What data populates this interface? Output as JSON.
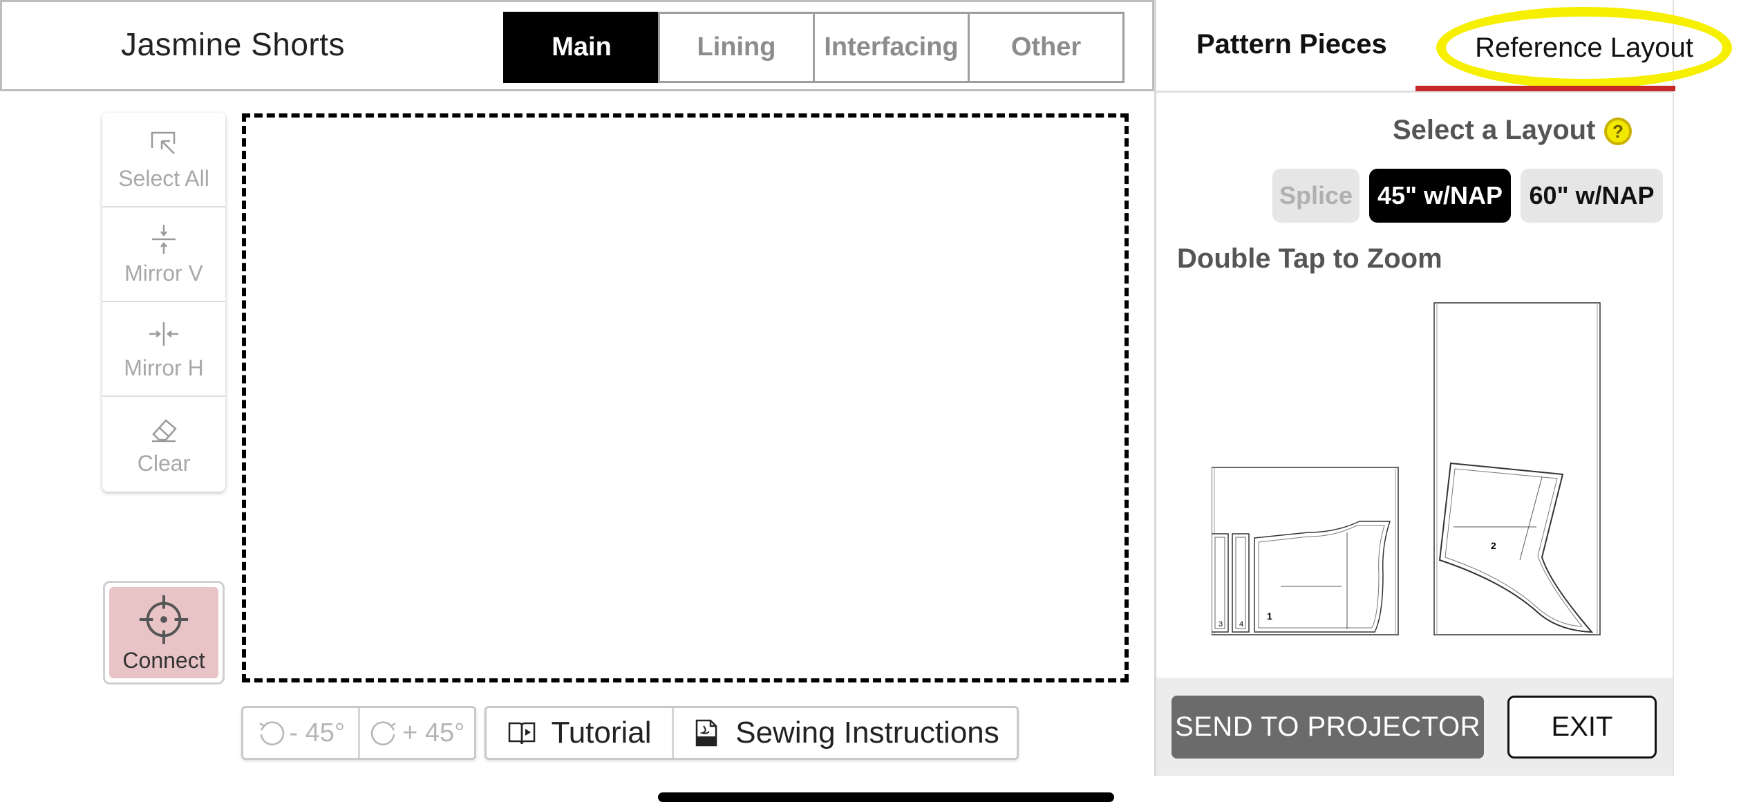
{
  "project": {
    "title": "Jasmine Shorts"
  },
  "tabs": [
    {
      "label": "Main",
      "active": true
    },
    {
      "label": "Lining",
      "active": false
    },
    {
      "label": "Interfacing",
      "active": false
    },
    {
      "label": "Other",
      "active": false
    }
  ],
  "tools": {
    "select_all": {
      "label": "Select All",
      "icon": "select-all-icon"
    },
    "mirror_v": {
      "label": "Mirror V",
      "icon": "mirror-vertical-icon"
    },
    "mirror_h": {
      "label": "Mirror H",
      "icon": "mirror-horizontal-icon"
    },
    "clear": {
      "label": "Clear",
      "icon": "eraser-icon"
    }
  },
  "connect": {
    "label": "Connect",
    "icon": "crosshair-icon"
  },
  "rotate": {
    "minus_label": "- 45°",
    "plus_label": "+ 45°"
  },
  "help": {
    "tutorial_label": "Tutorial",
    "sewing_label": "Sewing Instructions"
  },
  "right_panel": {
    "tab_pieces": "Pattern Pieces",
    "tab_reference": "Reference Layout",
    "select_label": "Select a Layout",
    "help_icon": "?",
    "layout_options": [
      {
        "label": "Splice",
        "state": "disabled"
      },
      {
        "label": "45\" w/NAP",
        "state": "selected"
      },
      {
        "label": "60\" w/NAP",
        "state": "available"
      }
    ],
    "zoom_hint": "Double Tap to Zoom",
    "piece_labels": {
      "p1": "1",
      "p2": "2",
      "p3": "3",
      "p4": "4"
    },
    "send_label": "SEND TO PROJECTOR",
    "exit_label": "EXIT"
  },
  "colors": {
    "accent_black": "#000000",
    "highlight_yellow": "#f6ef00",
    "underline_red": "#c62828",
    "connect_pink": "#e9c4c6",
    "send_gray": "#6b6b6b"
  }
}
